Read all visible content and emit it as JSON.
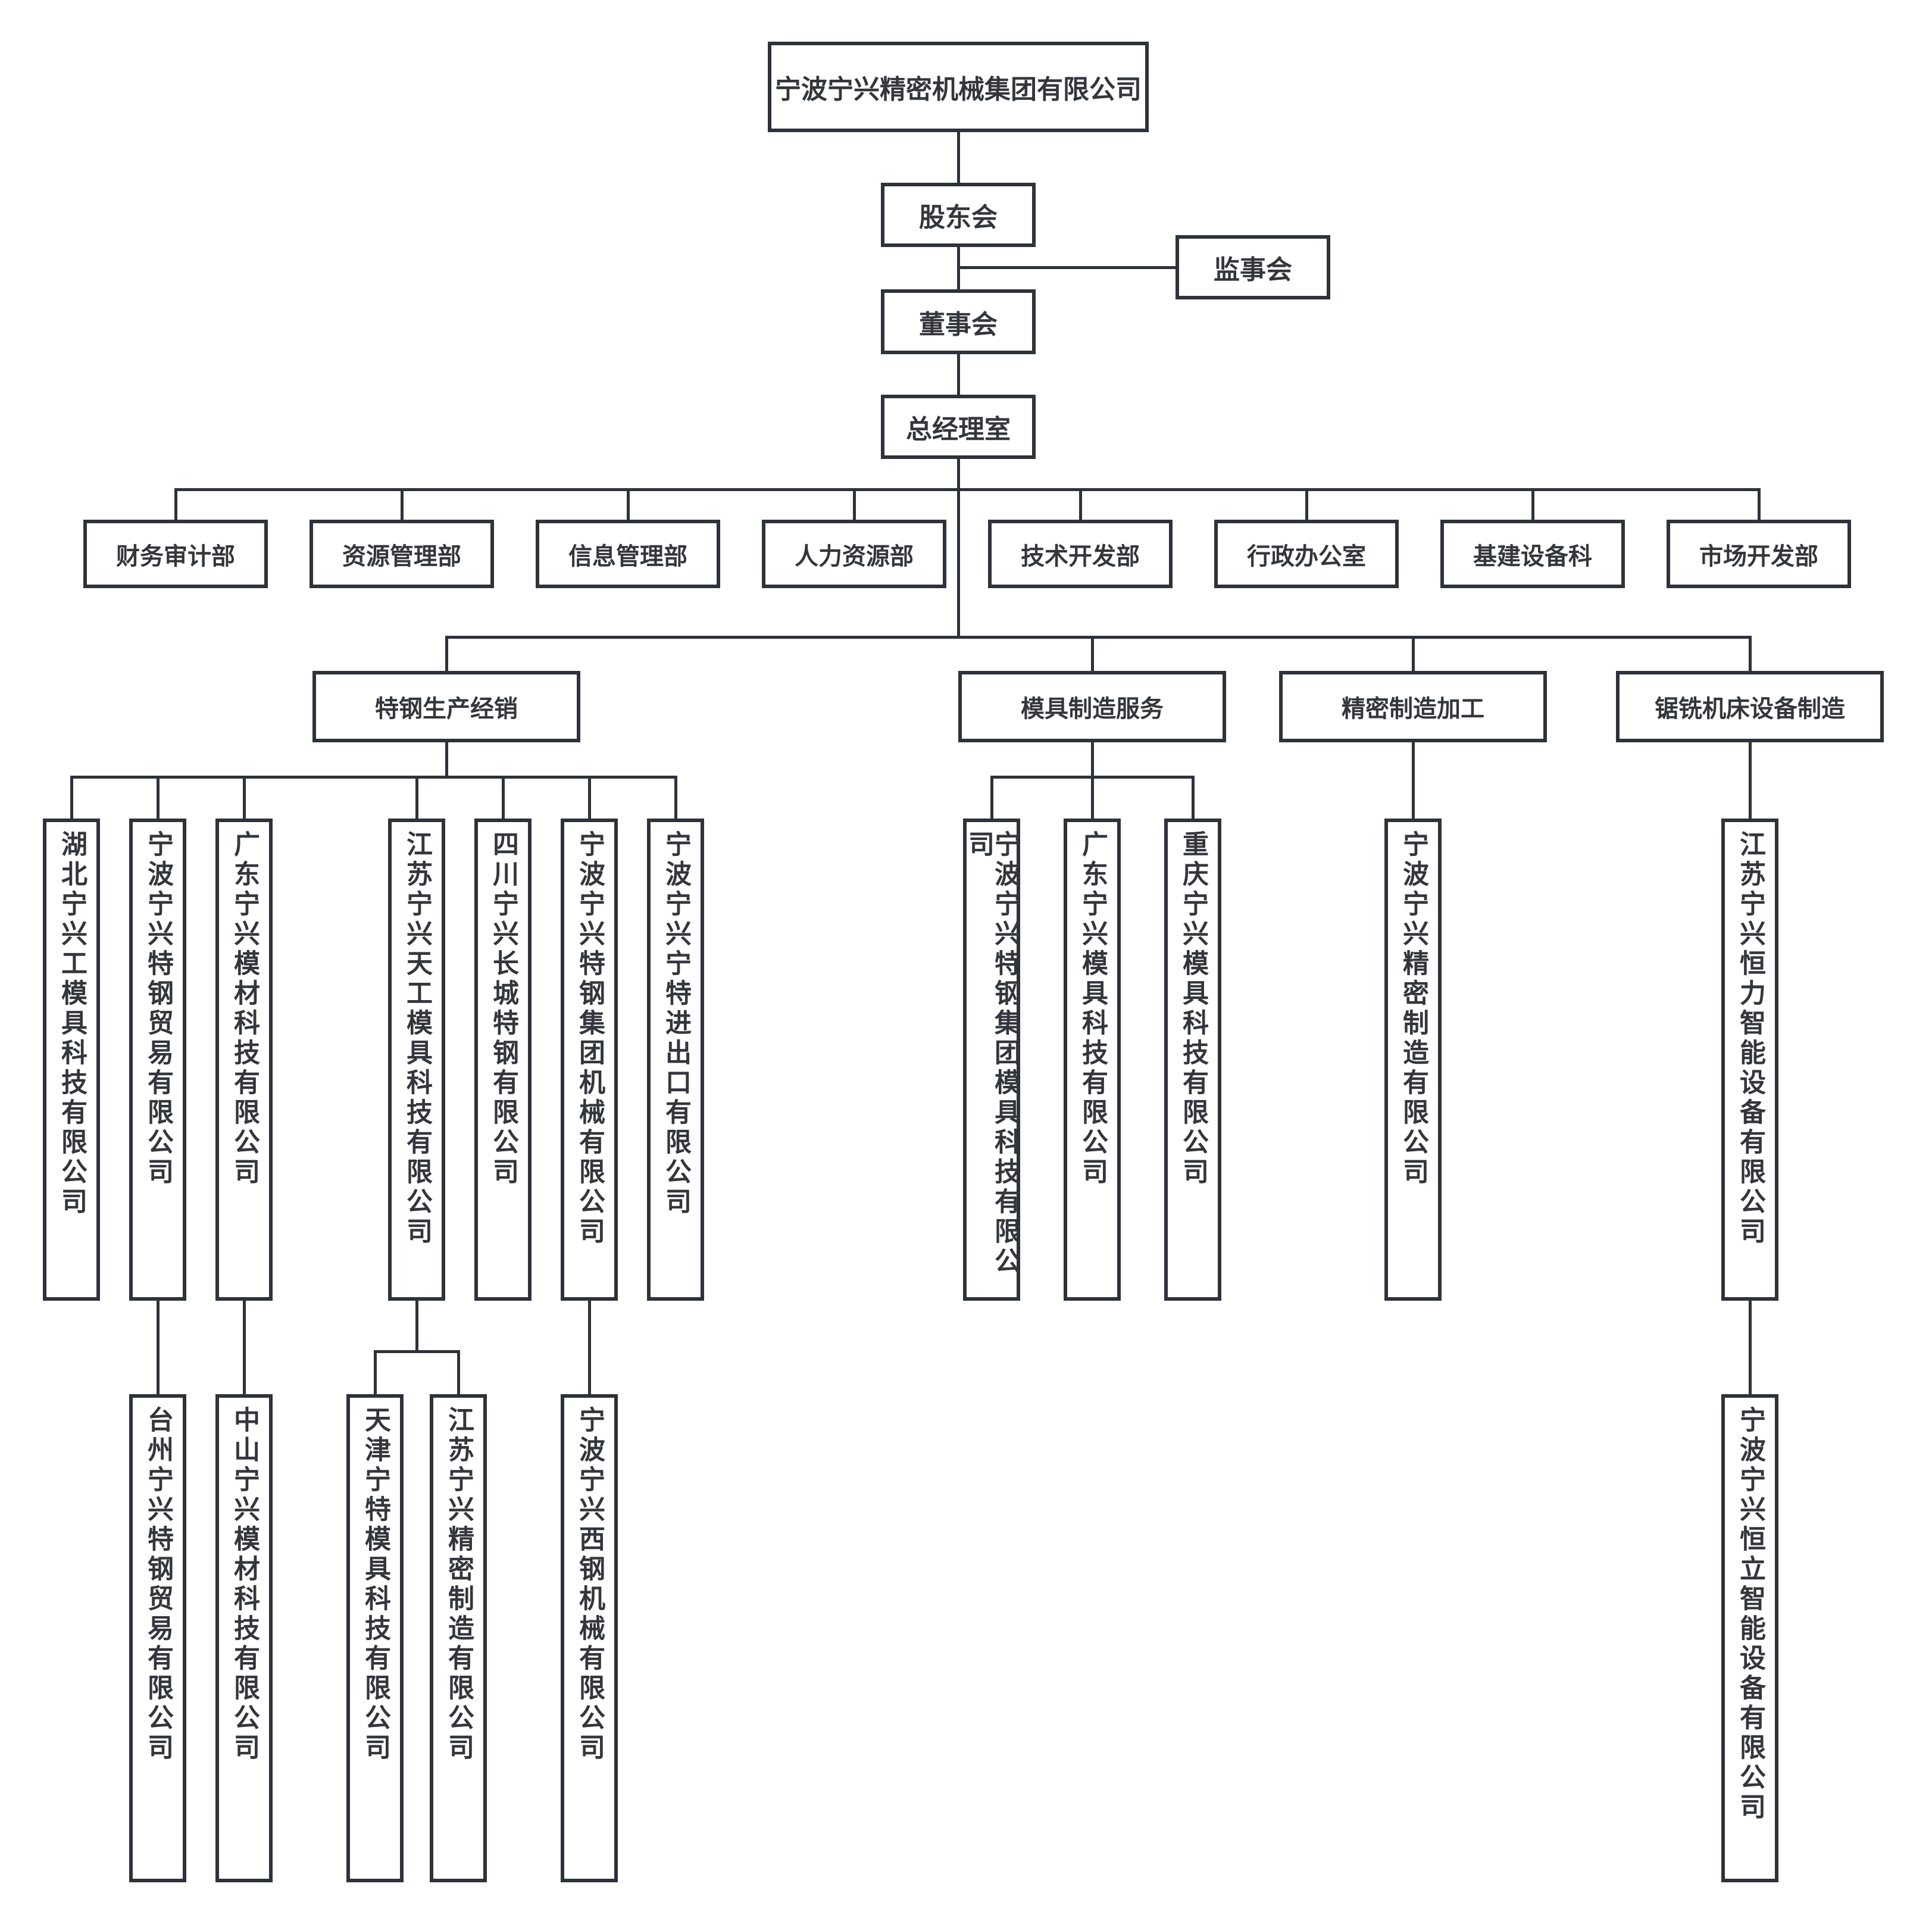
{
  "page": {
    "background_color": "#ffffff",
    "line_color": "#2e323a",
    "text_color": "#33363c"
  },
  "root": {
    "label": "宁波宁兴精密机械集团有限公司"
  },
  "governance": {
    "shareholders": "股东会",
    "supervisory_board": "监事会",
    "board_of_directors": "董事会",
    "general_manager_office": "总经理室"
  },
  "departments": [
    "财务审计部",
    "资源管理部",
    "信息管理部",
    "人力资源部",
    "技术开发部",
    "行政办公室",
    "基建设备科",
    "市场开发部"
  ],
  "divisions": [
    {
      "label": "特钢生产经销"
    },
    {
      "label": "模具制造服务"
    },
    {
      "label": "精密制造加工"
    },
    {
      "label": "锯铣机床设备制造"
    }
  ],
  "companies": {
    "tier1": [
      "湖北宁兴工模具科技有限公司",
      "宁波宁兴特钢贸易有限公司",
      "广东宁兴模材科技有限公司",
      "江苏宁兴天工模具科技有限公司",
      "四川宁兴长城特钢有限公司",
      "宁波宁兴特钢集团机械有限公司",
      "宁波宁兴宁特进出口有限公司",
      "宁波宁兴特钢集团模具科技有限公司",
      "广东宁兴模具科技有限公司",
      "重庆宁兴模具科技有限公司",
      "宁波宁兴精密制造有限公司",
      "江苏宁兴恒力智能设备有限公司"
    ],
    "tier2": [
      "台州宁兴特钢贸易有限公司",
      "中山宁兴模材科技有限公司",
      "天津宁特模具科技有限公司",
      "江苏宁兴精密制造有限公司",
      "宁波宁兴西钢机械有限公司",
      "宁波宁兴恒立智能设备有限公司"
    ]
  }
}
